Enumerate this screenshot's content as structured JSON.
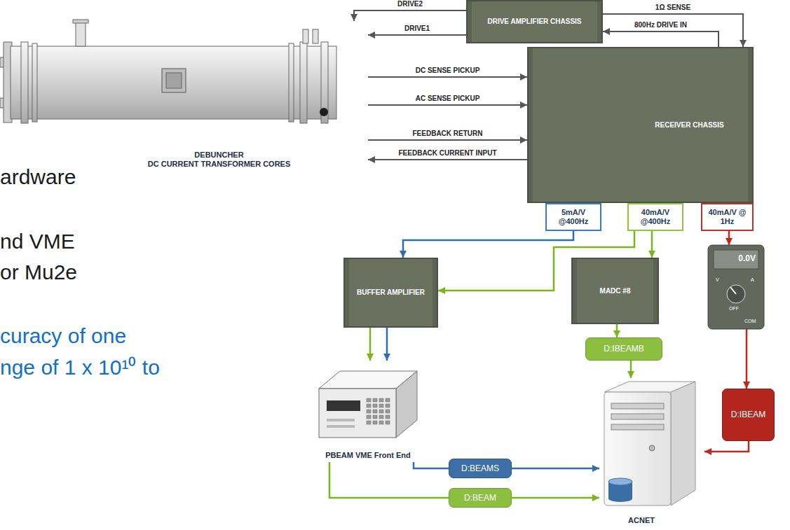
{
  "diagram": {
    "nodes": [
      {
        "text": [
          "DEBUNCHER",
          "DC CURRENT TRANSFORMER CORES"
        ]
      },
      {
        "text": [
          "DRIVE AMPLIFIER CHASSIS"
        ]
      },
      {
        "text": [
          "RECEIVER CHASSIS"
        ]
      },
      {
        "text": [
          "5mA/V @400Hz"
        ]
      },
      {
        "text": [
          "40mA/V @400Hz"
        ]
      },
      {
        "text": [
          "40mA/V @ 1Hz"
        ]
      },
      {
        "text": [
          "BUFFER AMPLIFIER"
        ]
      },
      {
        "text": [
          "MADC #8"
        ]
      },
      {
        "text": [
          "0.0V"
        ]
      },
      {
        "text": [
          "D:IBEAMB"
        ]
      },
      {
        "text": [
          "D:IBEAM"
        ]
      },
      {
        "text": [
          "PBEAM VME Front End"
        ]
      },
      {
        "text": [
          "D:BEAMS"
        ]
      },
      {
        "text": [
          "D:BEAM"
        ]
      },
      {
        "text": [
          "ACNET"
        ]
      }
    ],
    "edges": [
      {
        "from": 1,
        "to": 0,
        "label": "DRIVE2",
        "arrow": "to"
      },
      {
        "from": 1,
        "to": 0,
        "label": "DRIVE1",
        "arrow": "to"
      },
      {
        "from": 1,
        "to": 2,
        "label": "1Ω SENSE",
        "arrow": "to"
      },
      {
        "from": 2,
        "to": 1,
        "label": "800Hz DRIVE IN",
        "arrow": "to"
      },
      {
        "from": 0,
        "to": 2,
        "label": "DC SENSE PICKUP",
        "arrow": "to"
      },
      {
        "from": 0,
        "to": 2,
        "label": "AC SENSE PICKUP",
        "arrow": "to"
      },
      {
        "from": 0,
        "to": 2,
        "label": "FEEDBACK RETURN",
        "arrow": "to"
      },
      {
        "from": 2,
        "to": 0,
        "label": "FEEDBACK CURRENT INPUT",
        "arrow": "to"
      },
      {
        "from": 3,
        "to": 6,
        "arrow": "to"
      },
      {
        "from": 4,
        "to": 6,
        "arrow": "to"
      },
      {
        "from": 4,
        "to": 7,
        "arrow": "to"
      },
      {
        "from": 5,
        "to": 8,
        "arrow": "to"
      },
      {
        "from": 6,
        "to": 11,
        "arrow": "to"
      },
      {
        "from": 6,
        "to": 11,
        "arrow": "to"
      },
      {
        "from": 7,
        "to": 9,
        "arrow": "to"
      },
      {
        "from": 9,
        "to": 14,
        "arrow": "to"
      },
      {
        "from": 8,
        "to": 10,
        "arrow": "to"
      },
      {
        "from": 10,
        "to": 14,
        "arrow": "to"
      },
      {
        "from": 11,
        "to": 12,
        "arrow": "none"
      },
      {
        "from": 12,
        "to": 14,
        "arrow": "to"
      },
      {
        "from": 11,
        "to": 13,
        "arrow": "none"
      },
      {
        "from": 13,
        "to": 14,
        "arrow": "to"
      }
    ],
    "labels": [
      "ardware",
      "nd VME",
      "or Mu2e",
      "curacy of one",
      "nge of 1 x 10¹⁰ to",
      "V",
      "A",
      "OFF",
      "COM"
    ]
  }
}
